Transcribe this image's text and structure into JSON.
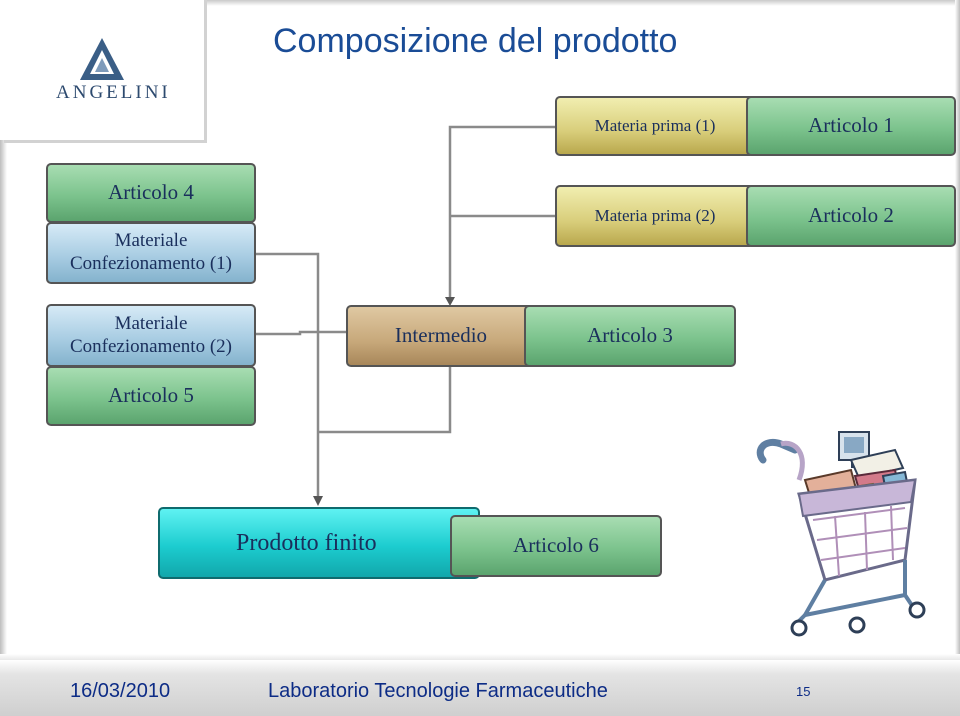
{
  "slide": {
    "title": "Composizione del prodotto",
    "logo_text": "ANGELINI"
  },
  "diagram": {
    "materia_prima_1": "Materia prima (1)",
    "articolo_1": "Articolo 1",
    "materia_prima_2": "Materia prima (2)",
    "articolo_2": "Articolo 2",
    "articolo_4": "Articolo 4",
    "mat_conf_1_line1": "Materiale",
    "mat_conf_1_line2": "Confezionamento (1)",
    "mat_conf_2_line1": "Materiale",
    "mat_conf_2_line2": "Confezionamento (2)",
    "articolo_5": "Articolo 5",
    "intermedio": "Intermedio",
    "articolo_3": "Articolo 3",
    "prodotto_finito": "Prodotto finito",
    "articolo_6": "Articolo 6",
    "colors": {
      "title": "#1a4c96",
      "connector": "#8a8a8a",
      "product_finished": "#1ccccf",
      "articolo": "#7cc38d"
    }
  },
  "footer": {
    "date": "16/03/2010",
    "course": "Laboratorio Tecnologie Farmaceutiche",
    "page": "15"
  },
  "icons": {
    "logo": "angelini-triangle-logo",
    "clipart": "shopping-cart-clipart"
  }
}
